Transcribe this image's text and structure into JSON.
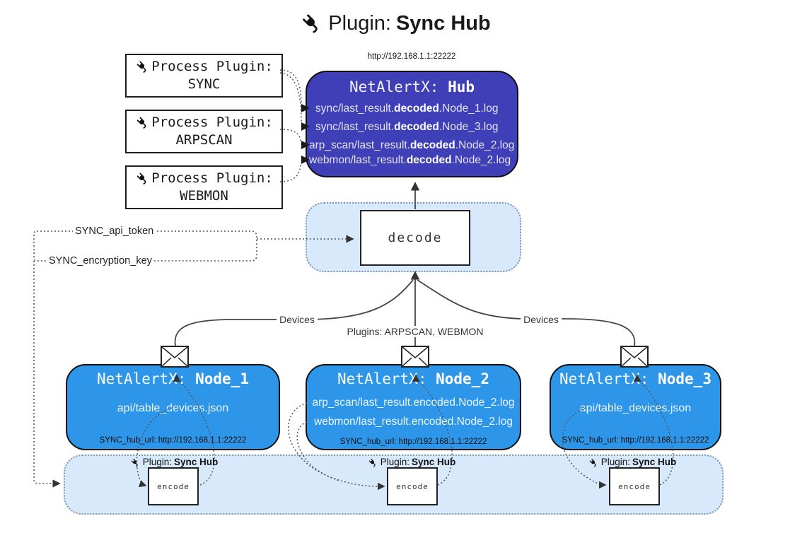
{
  "title": {
    "label": "Plugin:",
    "name": "Sync Hub"
  },
  "process_plugins": [
    {
      "label": "Process Plugin:",
      "name": "SYNC"
    },
    {
      "label": "Process Plugin:",
      "name": "ARPSCAN"
    },
    {
      "label": "Process Plugin:",
      "name": "WEBMON"
    }
  ],
  "hub": {
    "url": "http://192.168.1.1:22222",
    "title": {
      "prefix": "NetAlertX: ",
      "name": "Hub"
    },
    "files": [
      {
        "pre": "sync/last_result.",
        "mid": "decoded",
        "post": ".Node_1.log"
      },
      {
        "pre": "sync/last_result.",
        "mid": "decoded",
        "post": ".Node_3.log"
      },
      {
        "pre": "arp_scan/last_result.",
        "mid": "decoded",
        "post": ".Node_2.log"
      },
      {
        "pre": "webmon/last_result.",
        "mid": "decoded",
        "post": ".Node_2.log"
      }
    ]
  },
  "decode_label": "decode",
  "config": {
    "api_token": "SYNC_api_token",
    "encryption_key": "SYNC_encryption_key"
  },
  "edge_labels": {
    "devices_left": "Devices",
    "plugins": "Plugins: ARPSCAN, WEBMON",
    "devices_right": "Devices"
  },
  "nodes": [
    {
      "title": {
        "prefix": "NetAlertX: ",
        "name": "Node_1"
      },
      "files": [
        "api/table_devices.json"
      ],
      "hub_url": "SYNC_hub_url: http://192.168.1.1:22222"
    },
    {
      "title": {
        "prefix": "NetAlertX: ",
        "name": "Node_2"
      },
      "files": [
        "arp_scan/last_result.encoded.Node_2.log",
        "webmon/last_result.encoded.Node_2.log"
      ],
      "hub_url": "SYNC_hub_url: http://192.168.1.1:22222"
    },
    {
      "title": {
        "prefix": "NetAlertX: ",
        "name": "Node_3"
      },
      "files": [
        "api/table_devices.json"
      ],
      "hub_url": "SYNC_hub_url: http://192.168.1.1:22222"
    }
  ],
  "encode_band": {
    "plugin_label": "Plugin:",
    "plugin_name": "Sync Hub",
    "encode_label": "encode"
  },
  "colors": {
    "hub_fill": "#3f3fb8",
    "node_fill": "#2e96e8",
    "band_fill": "#d7e9fa",
    "band_border": "#7f9ab3"
  }
}
